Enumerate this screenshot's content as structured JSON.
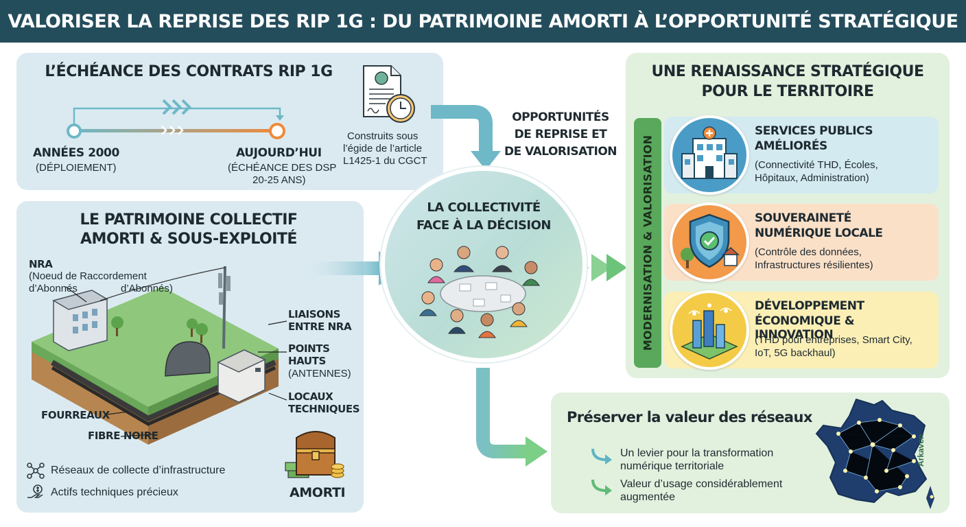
{
  "title": "VALORISER LA REPRISE DES RIP 1G : DU PATRIMOINE AMORTI À L’OPPORTUNITÉ STRATÉGIQUE",
  "contracts": {
    "title": "L’ÉCHÉANCE DES CONTRATS RIP 1G",
    "start_label": "ANNÉES 2000",
    "start_sub": "(DÉPLOIEMENT)",
    "end_label": "AUJOURD’HUI",
    "end_sub_1": "(ÉCHÉANCE DES DSP",
    "end_sub_2": "20-25 ANS)",
    "note_1": "Construits sous",
    "note_2": "l’égide de l’article",
    "note_3": "L1425-1 du CGCT"
  },
  "patrimony": {
    "title_1": "LE PATRIMOINE COLLECTIF",
    "title_2": "AMORTI & SOUS-EXPLOITÉ",
    "nra_title": "NRA",
    "nra_desc_1": "(Noeud de Raccordement",
    "nra_desc_2": "d’Abonnés",
    "nra_desc_3": "d’Abonnés)",
    "links_1": "LIAISONS",
    "links_2": "ENTRE NRA",
    "points_1": "POINTS",
    "points_2": "HAUTS",
    "points_3": "(ANTENNES)",
    "locaux_1": "LOCAUX",
    "locaux_2": "TECHNIQUES",
    "fourreaux": "FOURREAUX",
    "fibre": "FIBRE NOIRE",
    "bullet_1": "Réseaux de collecte d’infrastructure",
    "bullet_2": "Actifs techniques précieux",
    "amorti": "AMORTI"
  },
  "opportunities": {
    "line_1": "OPPORTUNITÉS",
    "line_2": "DE REPRISE ET",
    "line_3": "DE VALORISATION"
  },
  "decision": {
    "line_1": "LA COLLECTIVITÉ",
    "line_2": "FACE À LA DÉCISION"
  },
  "renaissance": {
    "title_1": "UNE RENAISSANCE STRATÉGIQUE",
    "title_2": "POUR LE TERRITOIRE",
    "side_label": "MODERNISATION & VALORISATION",
    "cards": [
      {
        "title_1": "SERVICES PUBLICS",
        "title_2": "AMÉLIORÉS",
        "text_1": "(Connectivité THD, Écoles,",
        "text_2": "Hôpitaux, Administration)"
      },
      {
        "title_1": "SOUVERAINETÉ",
        "title_2": "NUMÉRIQUE LOCALE",
        "text_1": "(Contrôle des données,",
        "text_2": "Infrastructures résilientes)"
      },
      {
        "title_1": "DÉVELOPPEMENT",
        "title_2": "ÉCONOMIQUE & INNOVATION",
        "text_1": "(THD pour entreprises, Smart City,",
        "text_2": "IoT, 5G backhaul)"
      }
    ]
  },
  "preserve": {
    "title": "Préserver la valeur des réseaux",
    "item_1a": "Un levier pour la transformation",
    "item_1b": "numérique territoriale",
    "item_2a": "Valeur d’usage considérablement",
    "item_2b": "augmentée",
    "brand": "Arkaven"
  },
  "colors": {
    "header": "#244d5c",
    "blue_panel": "#dbeaf1",
    "green_panel": "#e2f1de",
    "arrow": "#6fb8c7",
    "accent_orange": "#ef8a3a",
    "accent_green": "#59a85c"
  }
}
